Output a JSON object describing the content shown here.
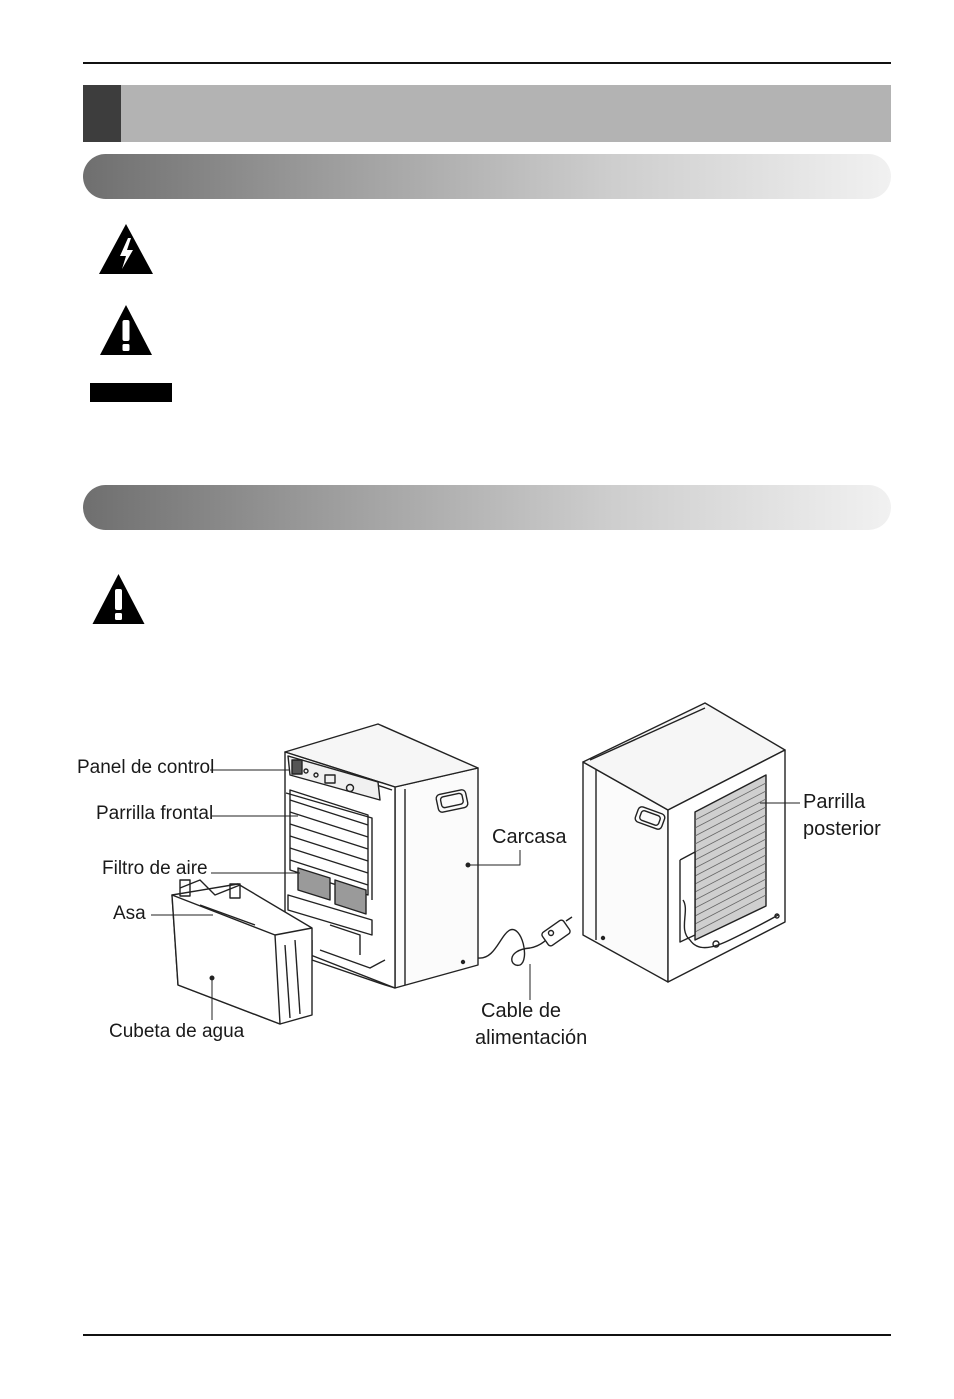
{
  "diagram": {
    "labels": {
      "control_panel": "Panel de control",
      "front_grille": "Parrilla frontal",
      "air_filter": "Filtro de aire",
      "handle": "Asa",
      "water_bucket": "Cubeta de agua",
      "cabinet": "Carcasa",
      "power_cord_line1": "Cable de",
      "power_cord_line2": "alimentación",
      "rear_grille_line1": "Parrilla",
      "rear_grille_line2": "posterior"
    }
  },
  "icons": {
    "warning_1": "electric-shock-warning-icon",
    "warning_2": "caution-exclamation-icon",
    "warning_3": "caution-exclamation-icon"
  }
}
